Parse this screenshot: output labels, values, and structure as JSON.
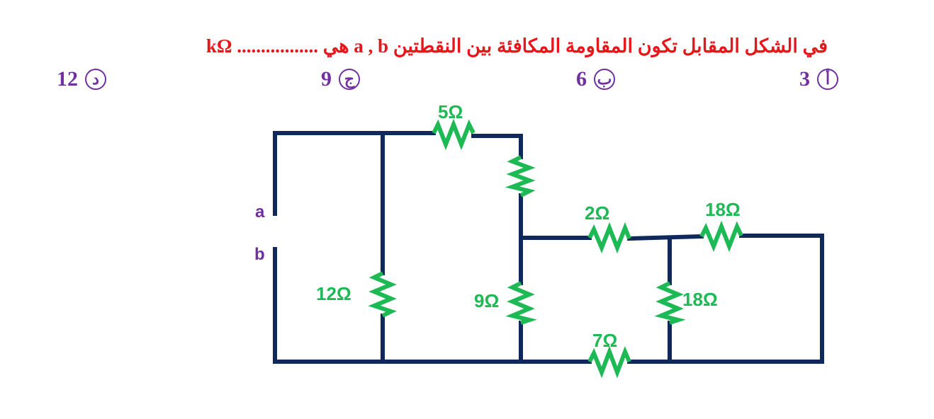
{
  "question": {
    "text": "في الشكل المقابل تكون المقاومة المكافئة بين النقطتين a , b هي ................. kΩ"
  },
  "choices": [
    {
      "letter": "أ",
      "value": "3"
    },
    {
      "letter": "ب",
      "value": "6"
    },
    {
      "letter": "ج",
      "value": "9"
    },
    {
      "letter": "د",
      "value": "12"
    }
  ],
  "circuit": {
    "terminals": {
      "a": "a",
      "b": "b"
    },
    "resistors": {
      "r5": "5Ω",
      "r_unlabeled": "",
      "r2": "2Ω",
      "r18_top": "18Ω",
      "r12": "12Ω",
      "r9": "9Ω",
      "r18_vert": "18Ω",
      "r7": "7Ω"
    },
    "colors": {
      "wire": "#0f2a5a",
      "resistor": "#1db954",
      "label": "#1db954",
      "terminal": "#7030a0"
    }
  }
}
